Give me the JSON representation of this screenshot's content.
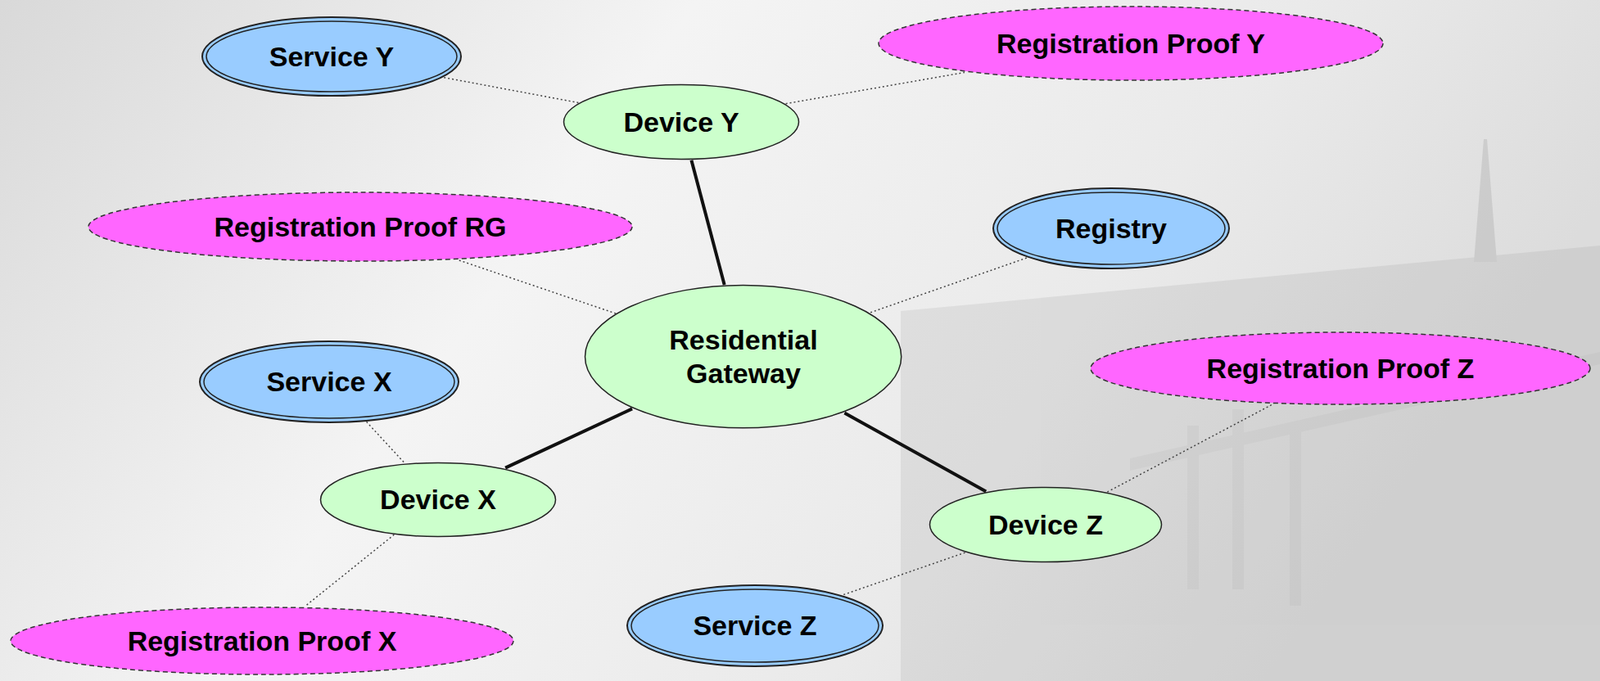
{
  "diagram": {
    "nodes": [
      {
        "text": [
          "Service Y"
        ]
      },
      {
        "text": [
          "Registration Proof Y"
        ]
      },
      {
        "text": [
          "Device Y"
        ]
      },
      {
        "text": [
          "Registration Proof RG"
        ]
      },
      {
        "text": [
          "Registry"
        ]
      },
      {
        "text": [
          "Residential Gateway"
        ]
      },
      {
        "text": [
          "Registration Proof Z"
        ]
      },
      {
        "text": [
          "Service X"
        ]
      },
      {
        "text": [
          "Device X"
        ]
      },
      {
        "text": [
          "Device Z"
        ]
      },
      {
        "text": [
          "Service Z"
        ]
      },
      {
        "text": [
          "Registration Proof X"
        ]
      }
    ],
    "edges": [
      {
        "from": 0,
        "to": 2,
        "arrow": "none"
      },
      {
        "from": 2,
        "to": 1,
        "arrow": "none"
      },
      {
        "from": 2,
        "to": 5,
        "arrow": "none"
      },
      {
        "from": 3,
        "to": 5,
        "arrow": "none"
      },
      {
        "from": 4,
        "to": 5,
        "arrow": "none"
      },
      {
        "from": 7,
        "to": 8,
        "arrow": "none"
      },
      {
        "from": 8,
        "to": 5,
        "arrow": "none"
      },
      {
        "from": 8,
        "to": 11,
        "arrow": "none"
      },
      {
        "from": 5,
        "to": 9,
        "arrow": "none"
      },
      {
        "from": 9,
        "to": 6,
        "arrow": "none"
      },
      {
        "from": 9,
        "to": 10,
        "arrow": "none"
      }
    ]
  }
}
